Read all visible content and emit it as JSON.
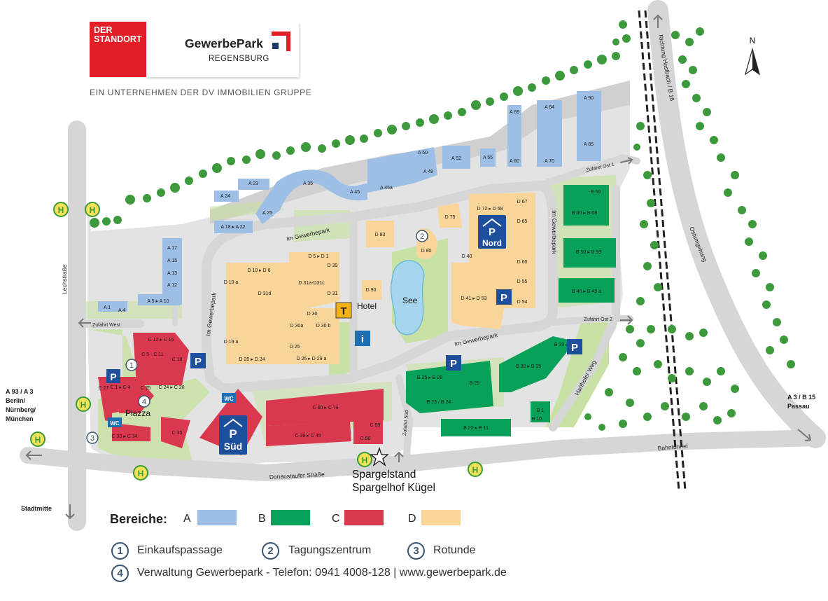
{
  "branding": {
    "badge_text": "DER STANDORT",
    "badge_line1": "DER",
    "badge_line2": "STANDORT",
    "name": "GewerbePark",
    "city": "REGENSBURG",
    "tagline": "EIN UNTERNEHMEN DER DV IMMOBILIEN GRUPPE"
  },
  "compass": {
    "label": "N"
  },
  "roads": {
    "lechstrasse": "Lechstraße",
    "im_gewerbepark_north": "Im Gewerbepark",
    "im_gewerbepark_west": "Im Gewerbepark",
    "im_gewerbepark_east": "Im Gewerbepark",
    "im_gewerbepark_south": "Im Gewerbepark",
    "donaustaufer": "Donaustaufer Straße",
    "harthofer": "Harthofer Weg",
    "ostumgehung": "Ostumgehung",
    "bahntunnel": "Bahntunnel",
    "richtung": "Richtung Haslbach / B 16",
    "zufahrt_west": "Zufahrt West",
    "zufahrt_ost1": "Zufahrt Ost 1",
    "zufahrt_ost2": "Zufahrt Ost 2",
    "zufahrt_sued": "Zufahrt Süd"
  },
  "destinations": {
    "west_line1": "A 93 / A 3",
    "west_line2": "Berlin/",
    "west_line3": "Nürnberg/",
    "west_line4": "München",
    "east_line1": "A 3 / B 15",
    "east_line2": "Passau",
    "south": "Stadtmitte"
  },
  "places": {
    "hotel": "Hotel",
    "see": "See",
    "piazza": "Piazza",
    "parking_nord": "Nord",
    "parking_sued": "Süd",
    "parking_symbol": "P",
    "wc": "WC",
    "taxi": "T",
    "info": "i",
    "bus": "H"
  },
  "buildings": {
    "A": [
      "A 90",
      "A 84",
      "A 85",
      "A 69",
      "A 70",
      "A 60",
      "A 55",
      "A 52",
      "A 50",
      "A 49",
      "A 45a",
      "A 45",
      "A 35",
      "A 23",
      "A 24",
      "A 25",
      "A 18 ▸ A 22",
      "A 17",
      "A 15",
      "A 13",
      "A 12",
      "A 5 ▸ A 10",
      "A 1",
      "A 4"
    ],
    "B": [
      "B 69",
      "B 60 ▸ B 68",
      "B 50 ▸ B 59",
      "B 40 ▸ B 49 a",
      "B 39 a",
      "B 30 ▸ B 35",
      "B 25 ▸ B 28",
      "B 29",
      "B 23 / B 24",
      "B 22 ▸ B 11",
      "B 1",
      "B 10"
    ],
    "C": [
      "C 12 ▸ C 15",
      "C 5 - C 11",
      "C 18",
      "C 1 ▸ C 4",
      "C 25",
      "C 24 ▸ C 20",
      "C 27",
      "C 30 ▸ C 34",
      "C 35",
      "C 60 ▸ C 79",
      "C 39 ▸ C 49",
      "C 59",
      "C 50"
    ],
    "D": [
      "D 67",
      "D 72 ▸ D 68",
      "D 75",
      "D 65",
      "D 60",
      "D 55",
      "D 54",
      "D 41 ▸ D 53",
      "D 40",
      "D 80",
      "D 83",
      "D 90",
      "D 5 ▸ D 1",
      "D 39",
      "D 10 ▸ D 6",
      "D 10 a",
      "D 31d",
      "D 31a-D31c",
      "D 31",
      "D 30",
      "D 30a",
      "D 30 b",
      "D 25",
      "D 26 ▸ D 29 a",
      "D 19 a",
      "D 20 ▸ D 24"
    ]
  },
  "poi_label_line1": "Spargelstand",
  "poi_label_line2": "Spargelhof Kügel",
  "legend": {
    "title": "Bereiche:",
    "areas": [
      {
        "key": "A",
        "color": "#9dbfe5"
      },
      {
        "key": "B",
        "color": "#07a15a"
      },
      {
        "key": "C",
        "color": "#d9384f"
      },
      {
        "key": "D",
        "color": "#fad59a"
      }
    ],
    "numbered": [
      {
        "num": "1",
        "text": "Einkaufspassage"
      },
      {
        "num": "2",
        "text": "Tagungszentrum"
      },
      {
        "num": "3",
        "text": "Rotunde"
      },
      {
        "num": "4",
        "text": "Verwaltung Gewerbepark - Telefon: 0941 4008-128 | www.gewerbepark.de"
      }
    ]
  },
  "colors": {
    "area_a": "#9dbfe5",
    "area_b": "#07a15a",
    "area_c": "#d9384f",
    "area_d": "#fad59a",
    "road": "#d6d6d6",
    "green": "#c8e1a4",
    "trees": "#3d9a3c",
    "parking": "#1d4f9c",
    "water": "#a5d6ee",
    "logo_red": "#e41e26"
  }
}
